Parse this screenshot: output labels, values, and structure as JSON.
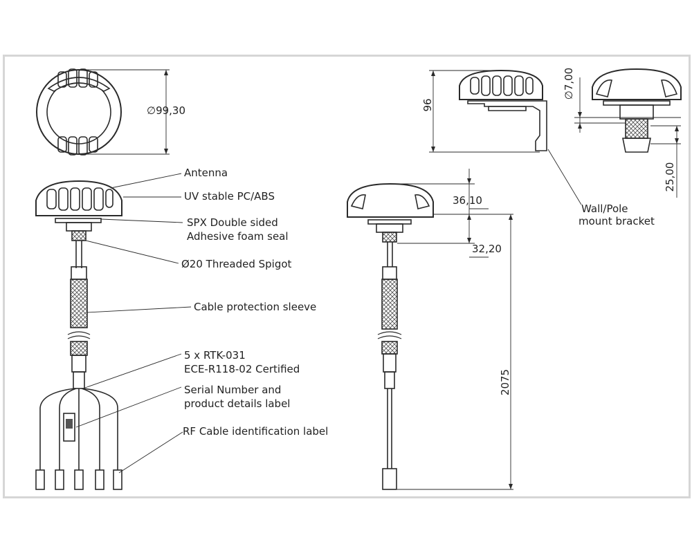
{
  "dimensions": {
    "diameter": "∅99,30",
    "height_overall": "96",
    "bracket_hole": "∅7,00",
    "bracket_depth": "25,00",
    "dome_height": "36,10",
    "spigot_length": "32,20",
    "cable_length": "2075"
  },
  "callouts": {
    "antenna": "Antenna",
    "housing": "UV stable PC/ABS",
    "seal_line1": "SPX Double sided",
    "seal_line2": "Adhesive foam seal",
    "spigot": "Ø20 Threaded Spigot",
    "sleeve": "Cable protection sleeve",
    "rtk_line1": "5 x RTK-031",
    "rtk_line2": "ECE-R118-02 Certified",
    "serial_line1": "Serial Number and",
    "serial_line2": "product details label",
    "rf_label": "RF Cable identification label",
    "bracket_line1": "Wall/Pole",
    "bracket_line2": "mount bracket"
  },
  "colors": {
    "line": "#2a2a2a",
    "frame": "#d6d6d6"
  }
}
